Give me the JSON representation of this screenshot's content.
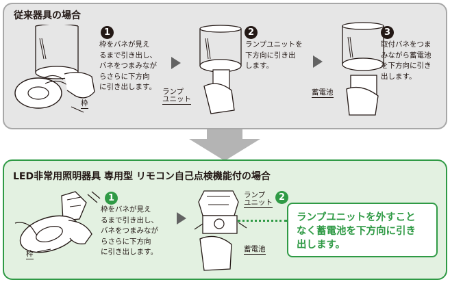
{
  "top": {
    "title": "従来器具の場合",
    "steps": [
      {
        "num": "1",
        "text": "枠をバネが見え\nるまで引き出し、\nバネをつまみなが\nらさらに下方向\nに引き出します。"
      },
      {
        "num": "2",
        "text": "ランプユニットを\n下方向に引き出\nします。"
      },
      {
        "num": "3",
        "text": "取付バネをつま\nみながら蓄電池\nを下方向に引き\n出します。"
      }
    ],
    "labels": {
      "frame": "枠",
      "lamp_unit": "ランプ\nユニット",
      "battery": "蓄電池"
    }
  },
  "bottom": {
    "title": "LED非常用照明器具 専用型 リモコン自己点検機能付の場合",
    "steps": [
      {
        "num": "1",
        "text": "枠をバネが見え\nるまで引き出し、\nバネをつまみなが\nらさらに下方向\nに引き出します。"
      },
      {
        "num": "2",
        "text": "ランプユニットを外すこと\nなく蓄電池を下方向に引き\n出します。"
      }
    ],
    "labels": {
      "frame": "枠",
      "lamp_unit": "ランプ\nユニット",
      "battery": "蓄電池"
    }
  },
  "colors": {
    "accent_green": "#2f9a45",
    "gray_panel": "#e6e6e6",
    "arrow_gray": "#b4b4b4"
  }
}
